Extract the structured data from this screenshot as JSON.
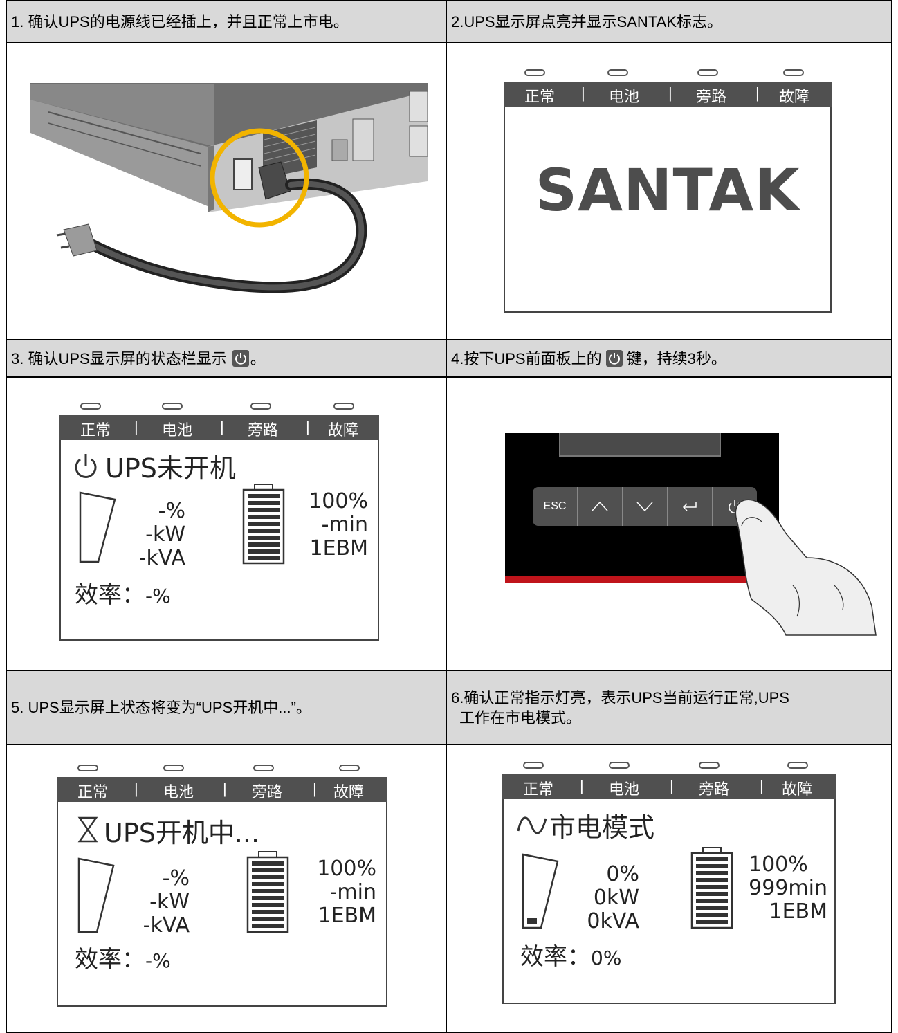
{
  "steps": [
    {
      "text": "1. 确认UPS的电源线已经插上，并且正常上市电。"
    },
    {
      "text": "2.UPS显示屏点亮并显示SANTAK标志。"
    },
    {
      "text_before": "3. 确认UPS显示屏的状态栏显示",
      "text_after": "。"
    },
    {
      "text_before": "4.按下UPS前面板上的",
      "text_after": "键，持续3秒。"
    },
    {
      "text": "5. UPS显示屏上状态将变为“UPS开机中...”。"
    },
    {
      "text_line1": "6.确认正常指示灯亮，表示UPS当前运行正常,UPS",
      "text_line2": "工作在市电模式。"
    }
  ],
  "status_bar": {
    "normal": "正常",
    "battery": "电池",
    "bypass": "旁路",
    "fault": "故障",
    "sep": "|"
  },
  "logo": "SANTAK",
  "panel3": {
    "status": "UPS未开机",
    "load_pct": "-%",
    "load_kw": "-kW",
    "load_kva": "-kVA",
    "bat_pct": "100%",
    "bat_min": "-min",
    "bat_ebm": "1EBM",
    "eff_label": "效率：",
    "eff_value": "-%"
  },
  "panel5": {
    "status": "UPS开机中...",
    "load_pct": "-%",
    "load_kw": "-kW",
    "load_kva": "-kVA",
    "bat_pct": "100%",
    "bat_min": "-min",
    "bat_ebm": "1EBM",
    "eff_label": "效率：",
    "eff_value": "-%"
  },
  "panel6": {
    "status": "市电模式",
    "load_pct": "0%",
    "load_kw": "0kW",
    "load_kva": "0kVA",
    "bat_pct": "100%",
    "bat_min": "999min",
    "bat_ebm": "1EBM",
    "eff_label": "效率：",
    "eff_value": "0%"
  },
  "keypad": {
    "esc": "ESC"
  },
  "colors": {
    "header_bg": "#d9d9d9",
    "lcd_bar": "#505050",
    "highlight": "#f2b400",
    "keypad_bg": "#000000",
    "accent_red": "#c0141b"
  }
}
